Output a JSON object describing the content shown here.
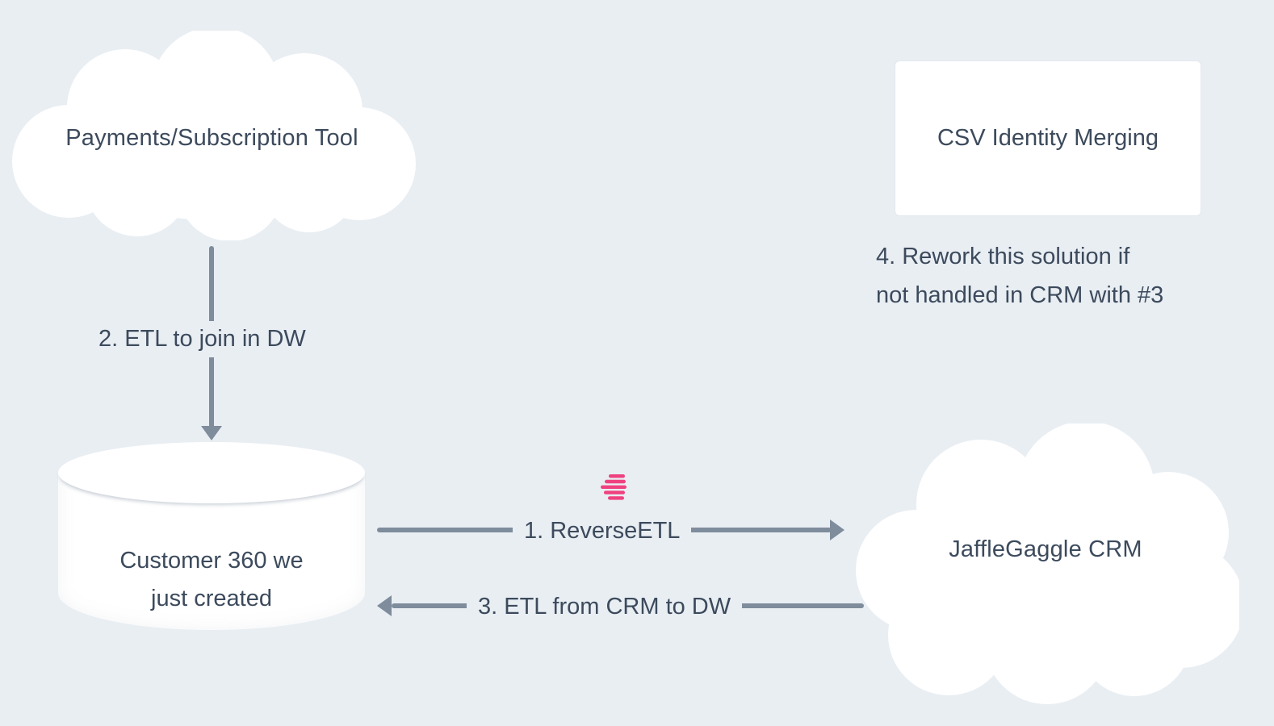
{
  "colors": {
    "background": "#e9eef3",
    "node_fill": "#ffffff",
    "text": "#3c4a5c",
    "arrow": "#7e8c9c",
    "accent_pink": "#f0417f",
    "card_border": "#e3e8ee"
  },
  "nodes": {
    "payments_cloud": {
      "label": "Payments/Subscription Tool",
      "shape": "cloud"
    },
    "csv_card": {
      "label": "CSV Identity Merging",
      "shape": "rectangle"
    },
    "warehouse_cylinder": {
      "label_line1": "Customer 360 we",
      "label_line2": "just created",
      "shape": "cylinder"
    },
    "crm_cloud": {
      "label": "JaffleGaggle CRM",
      "shape": "cloud"
    }
  },
  "edges": {
    "etl_join": {
      "label": "2. ETL to join in DW",
      "from": "payments_cloud",
      "to": "warehouse_cylinder",
      "direction": "down"
    },
    "reverse_etl": {
      "label": "1. ReverseETL",
      "from": "warehouse_cylinder",
      "to": "crm_cloud",
      "direction": "right"
    },
    "etl_from_crm": {
      "label": "3. ETL from CRM to DW",
      "from": "crm_cloud",
      "to": "warehouse_cylinder",
      "direction": "left"
    }
  },
  "annotations": {
    "rework_note": {
      "line1": "4. Rework this solution if",
      "line2": "not handled in CRM with #3"
    }
  },
  "icons": {
    "census_logo": "census-logo"
  }
}
